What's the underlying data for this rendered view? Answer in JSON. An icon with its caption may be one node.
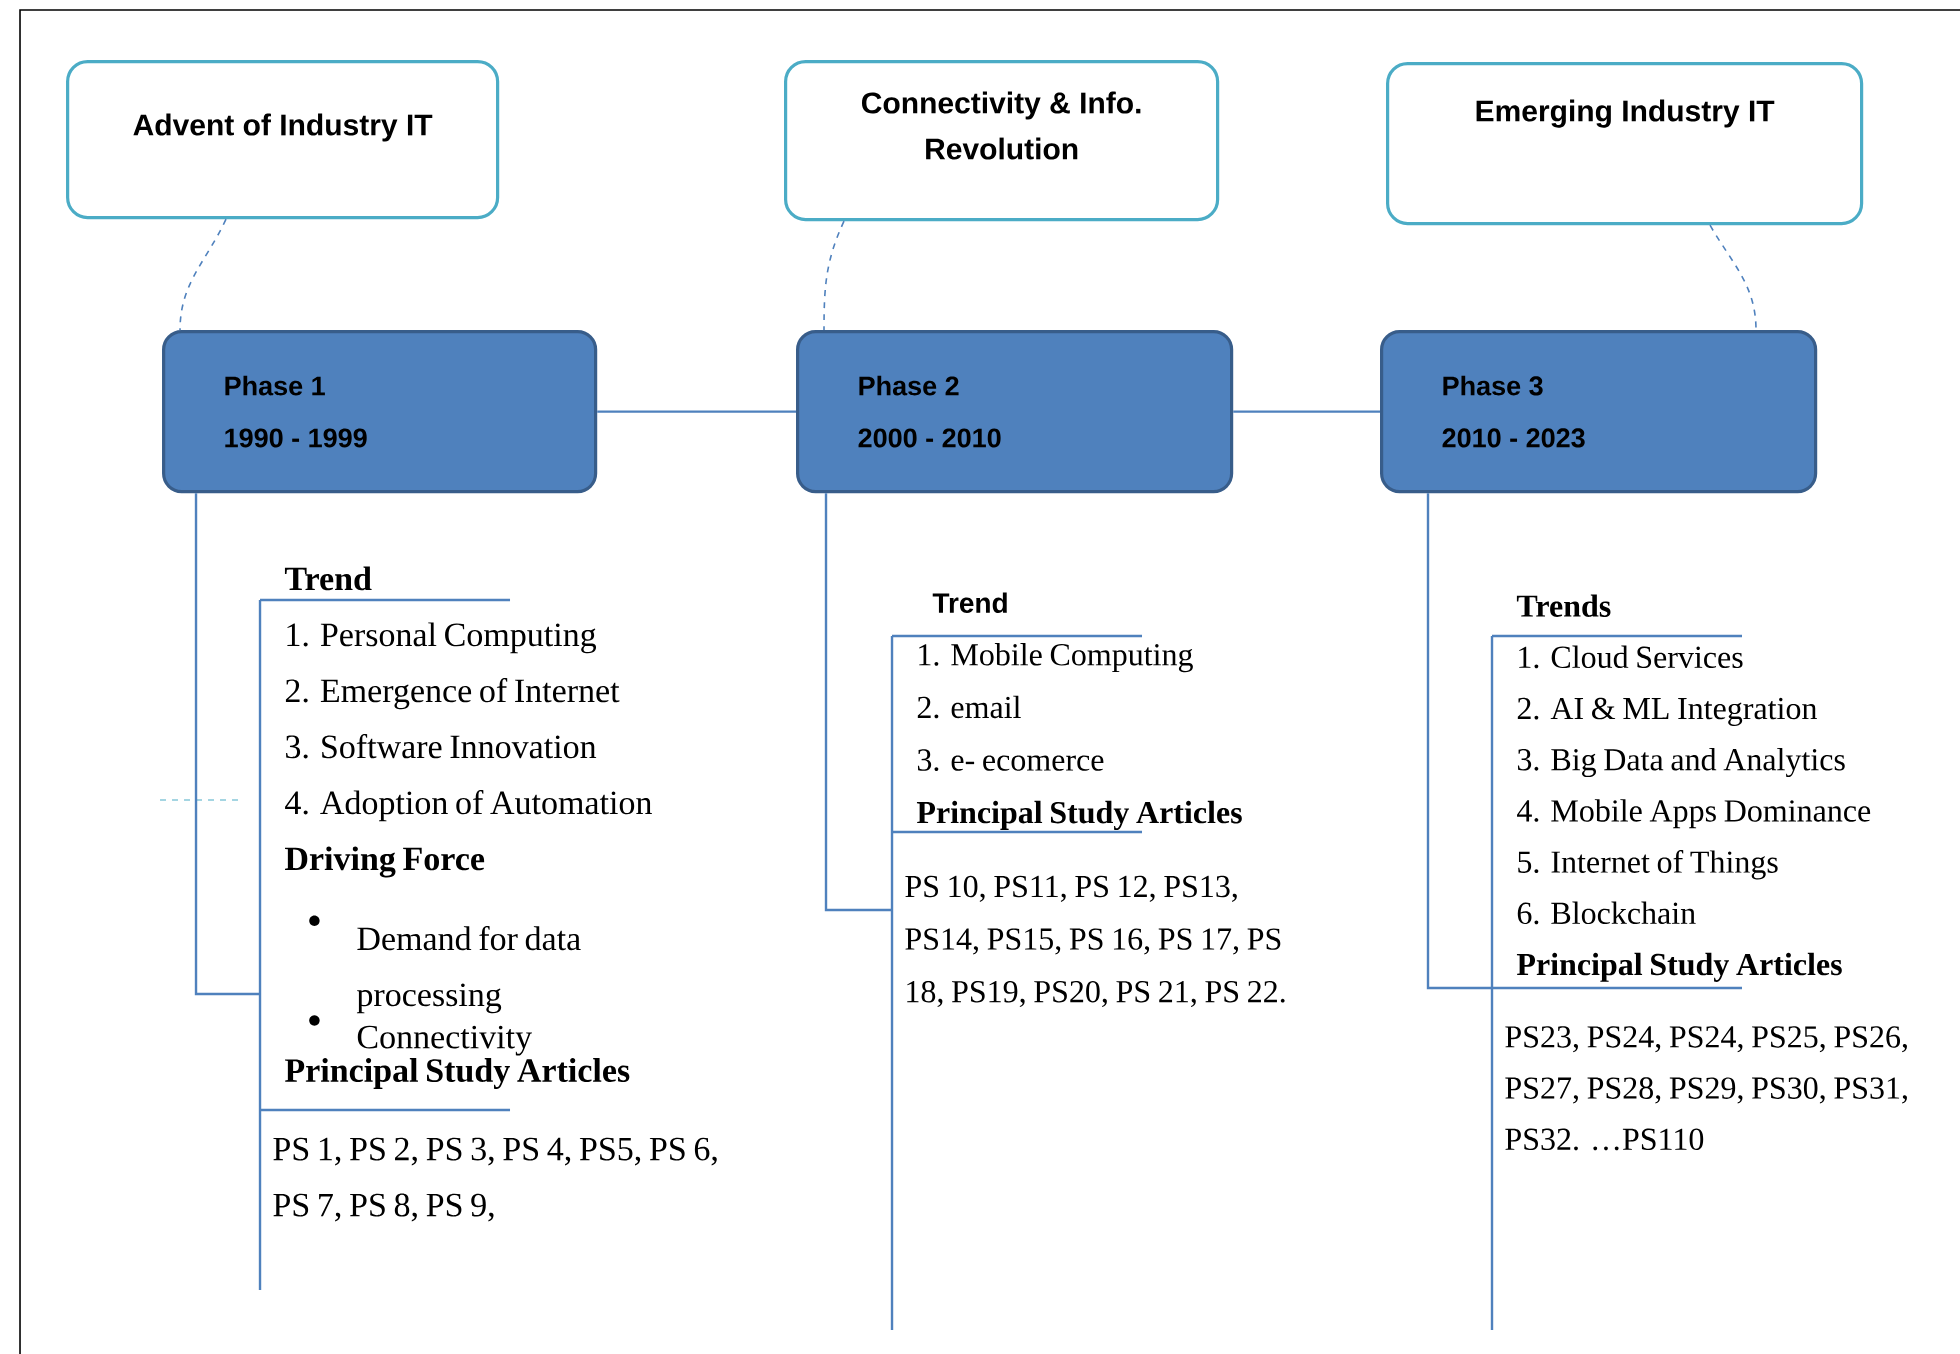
{
  "diagram": {
    "nodes": [
      {
        "text": [
          "Advent of Industry IT"
        ]
      },
      {
        "text": [
          "Connectivity & Info. Revolution"
        ]
      },
      {
        "text": [
          "Emerging Industry IT"
        ]
      },
      {
        "text": [
          "Phase 1",
          "1990 - 1999"
        ]
      },
      {
        "text": [
          "Phase 2",
          "2000 - 2010"
        ]
      },
      {
        "text": [
          "Phase 3",
          "2010 - 2023"
        ]
      },
      {
        "text": [
          "Trend",
          "1. Personal Computing",
          "2. Emergence of Internet",
          "3. Software Innovation",
          "4. Adoption of Automation",
          "Driving Force",
          "Demand for data processing",
          "Connectivity",
          "Principal Study Articles",
          "PS 1, PS 2, PS 3, PS 4, PS5, PS 6, PS 7, PS 8, PS 9,"
        ]
      },
      {
        "text": [
          "Trend",
          "1. Mobile Computing",
          "2. email",
          "3. e- ecomerce",
          "Principal Study Articles",
          "PS 10, PS11, PS 12, PS13, PS14, PS15, PS 16, PS 17, PS 18, PS19, PS20, PS 21, PS 22."
        ]
      },
      {
        "text": [
          "Trends",
          "1. Cloud Services",
          "2. AI & ML Integration",
          "3. Big Data and Analytics",
          "4. Mobile Apps Dominance",
          "5. Internet of Things",
          "6. Blockchain",
          "Principal Study Articles",
          "PS23, PS24, PS24, PS25, PS26, PS27, PS28, PS29, PS30, PS31, PS32. …PS110"
        ]
      }
    ],
    "edges": [
      {
        "from": 0,
        "to": 3,
        "arrow": "none",
        "style": "dashed"
      },
      {
        "from": 1,
        "to": 4,
        "arrow": "none",
        "style": "dashed"
      },
      {
        "from": 2,
        "to": 5,
        "arrow": "none",
        "style": "dashed"
      },
      {
        "from": 3,
        "to": 4,
        "arrow": "none"
      },
      {
        "from": 4,
        "to": 5,
        "arrow": "none"
      },
      {
        "from": 3,
        "to": 6,
        "arrow": "none"
      },
      {
        "from": 4,
        "to": 7,
        "arrow": "none"
      },
      {
        "from": 5,
        "to": 8,
        "arrow": "none"
      }
    ]
  }
}
